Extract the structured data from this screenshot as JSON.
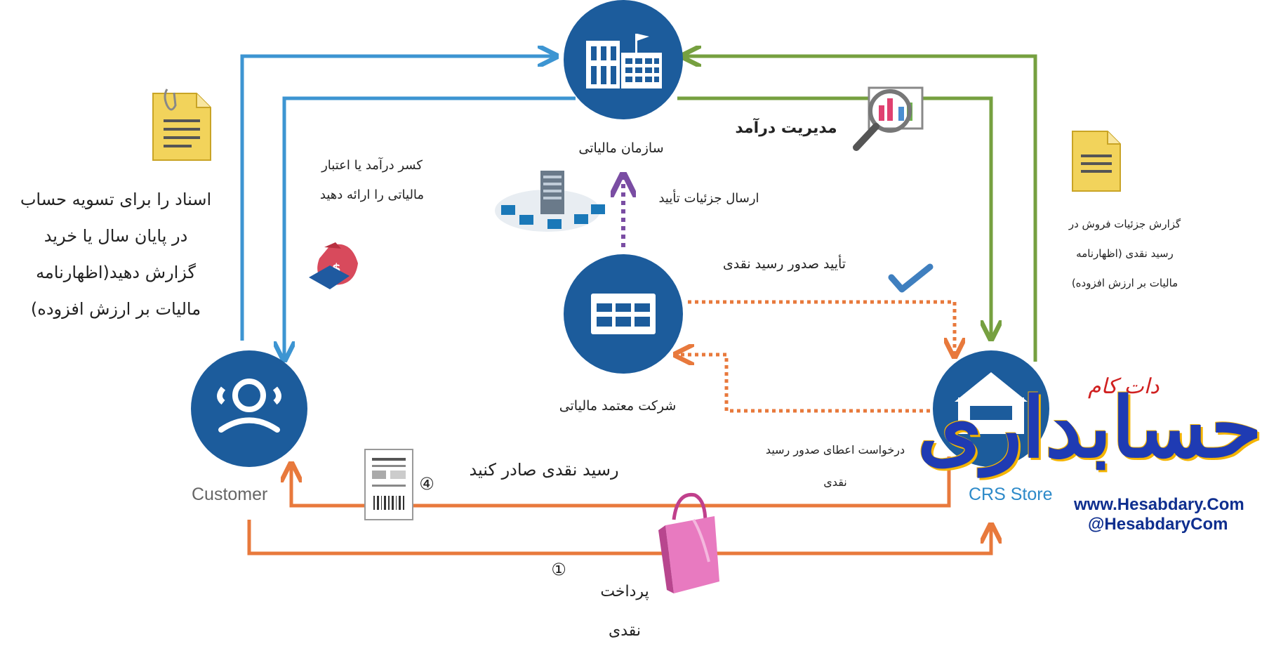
{
  "nodes": {
    "tax_org": "سازمان مالیاتی",
    "tax_company": "شرکت معتمد مالیاتی",
    "customer": "Customer",
    "store": "CRS Store"
  },
  "labels": {
    "revenue_mgmt": "مدیریت درآمد",
    "deduct_credit": [
      "کسر درآمد یا اعتبار",
      "مالیاتی را ارائه دهید"
    ],
    "send_details": "ارسال جزئیات تأیید",
    "confirm_receipt": "تأیید صدور رسید نقدی",
    "request_receipt": [
      "درخواست اعطای صدور رسید",
      "نقدی"
    ],
    "issue_receipt": "رسید نقدی صادر کنید",
    "step4": "④",
    "step1": "①",
    "cash_payment": [
      "پرداخت",
      "نقدی"
    ],
    "submit_docs": [
      "اسناد را برای تسویه حساب",
      "در پایان سال یا خرید",
      "گزارش دهید(اظهارنامه",
      "مالیات بر ارزش افزوده)"
    ],
    "report_sales": [
      "گزارش جزئیات فروش در",
      "رسید نقدی (اظهارنامه",
      "مالیات بر ارزش افزوده)"
    ]
  },
  "logo": {
    "main": "حسابداری",
    "sub": "دات کام",
    "url": "www.Hesabdary.Com",
    "handle": "@HesabdaryCom"
  },
  "colors": {
    "node_blue": "#1c5c9c",
    "blue_arrow": "#3d95d2",
    "green_arrow": "#76a040",
    "orange_arrow": "#e8793c",
    "purple_arrow": "#7a4da3",
    "store_label": "#2d8ac9",
    "customer_label": "#666666"
  },
  "icons": [
    "building-icon",
    "datacenter-icon",
    "people-icon",
    "store-icon",
    "document-icon",
    "money-bag-icon",
    "analytics-icon",
    "checkmark-icon",
    "receipt-icon",
    "shopping-bag-icon"
  ]
}
